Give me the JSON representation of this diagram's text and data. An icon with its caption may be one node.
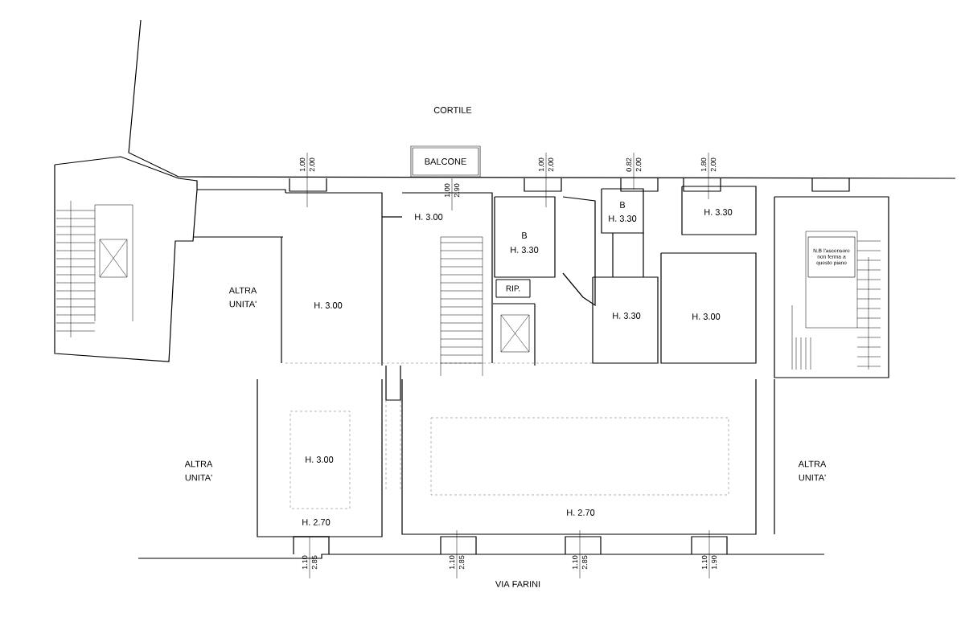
{
  "diagram": {
    "nodes": [
      {
        "text": [
          "BALCONE"
        ]
      },
      {
        "text": [
          "RIP."
        ]
      },
      {
        "text": [
          "N.B l'ascensore non ferma a questo piano"
        ]
      }
    ],
    "labels": [
      "CORTILE",
      "1.00",
      "2.00",
      "1.00",
      "2.90",
      "1.00",
      "2.00",
      "0.82",
      "2.00",
      "1.80",
      "2.00",
      "H. 3.00",
      "B",
      "H. 3.30",
      "B",
      "H. 3.30",
      "H. 3.30",
      "ALTRA UNITA'",
      "H. 3.00",
      "H. 3.30",
      "H. 3.00",
      "ALTRA UNITA'",
      "H. 3.00",
      "ALTRA UNITA'",
      "H. 2.70",
      "H. 2.70",
      "1.10",
      "2.85",
      "1.10",
      "2.85",
      "1.10",
      "2.85",
      "1.10",
      "1.90",
      "VIA FARINI"
    ]
  }
}
